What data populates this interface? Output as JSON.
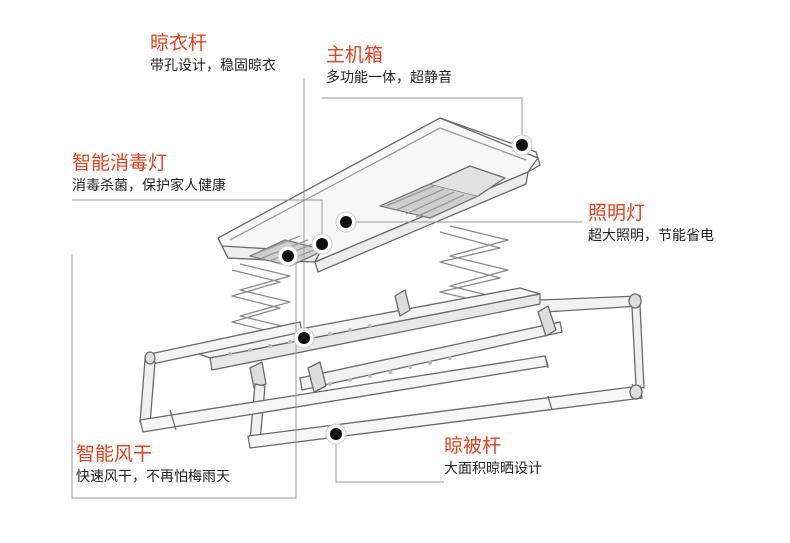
{
  "callouts": {
    "clothes_rod": {
      "title": "晾衣杆",
      "desc": "带孔设计，稳固晾衣"
    },
    "main_box": {
      "title": "主机箱",
      "desc": "多功能一体，超静音"
    },
    "uv_lamp": {
      "title": "智能消毒灯",
      "desc": "消毒杀菌，保护家人健康"
    },
    "light": {
      "title": "照明灯",
      "desc": "超大照明，节能省电"
    },
    "air_dry": {
      "title": "智能风干",
      "desc": "快速风干，不再怕梅雨天"
    },
    "quilt_rod": {
      "title": "晾被杆",
      "desc": "大面积晾晒设计"
    }
  },
  "colors": {
    "accent": "#e8401c",
    "text": "#222222",
    "line": "#999999",
    "drawing": "#555555"
  }
}
